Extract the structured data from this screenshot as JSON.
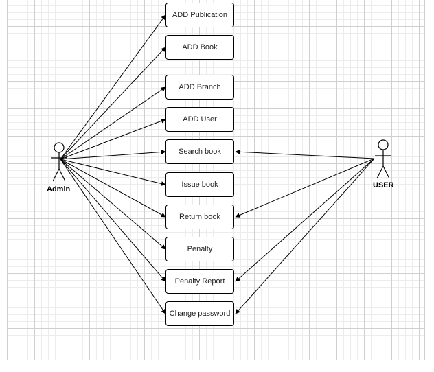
{
  "actors": {
    "admin": {
      "label": "Admin"
    },
    "user": {
      "label": "USER"
    }
  },
  "use_cases": [
    {
      "label": "ADD Publication"
    },
    {
      "label": "ADD Book"
    },
    {
      "label": "ADD Branch"
    },
    {
      "label": "ADD User"
    },
    {
      "label": "Search book"
    },
    {
      "label": "Issue book"
    },
    {
      "label": "Return book"
    },
    {
      "label": "Penalty"
    },
    {
      "label": "Penalty Report"
    },
    {
      "label": "Change password"
    }
  ],
  "associations": {
    "admin": [
      "ADD Publication",
      "ADD Book",
      "ADD Branch",
      "ADD User",
      "Search book",
      "Issue book",
      "Return book",
      "Penalty",
      "Penalty Report",
      "Change password"
    ],
    "user": [
      "Search book",
      "Return book",
      "Penalty Report",
      "Change password"
    ]
  },
  "colors": {
    "line": "#000000",
    "grid": "#cfcfcf",
    "box_border": "#000000"
  }
}
